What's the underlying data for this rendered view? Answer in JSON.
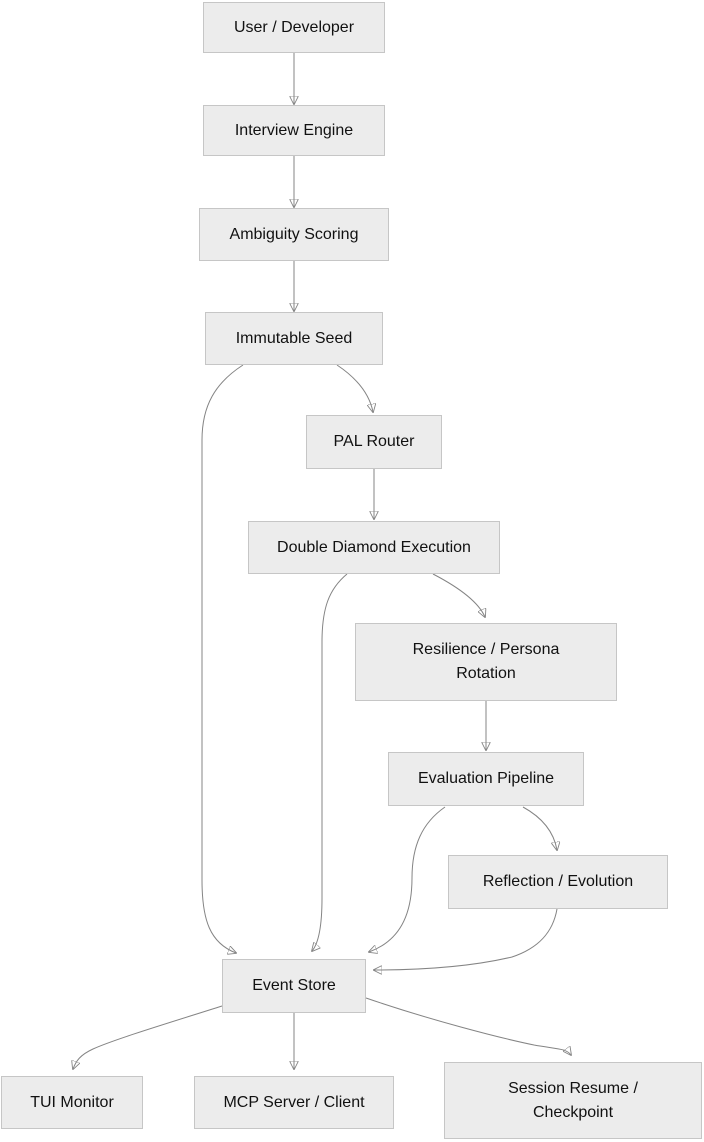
{
  "diagram": {
    "type": "flowchart",
    "direction": "top-to-bottom",
    "background": "#ffffff",
    "node_style": {
      "fill": "#ececec",
      "border": "#c6c6c6",
      "text_color": "#111111"
    },
    "edge_style": {
      "line": "#848484",
      "arrowhead": "#555555"
    },
    "nodes": [
      {
        "id": "user-developer",
        "label": "User / Developer"
      },
      {
        "id": "interview-engine",
        "label": "Interview Engine"
      },
      {
        "id": "ambiguity-scoring",
        "label": "Ambiguity Scoring"
      },
      {
        "id": "immutable-seed",
        "label": "Immutable Seed"
      },
      {
        "id": "pal-router",
        "label": "PAL Router"
      },
      {
        "id": "double-diamond-execution",
        "label": "Double Diamond Execution"
      },
      {
        "id": "resilience-persona-rotation",
        "label": "Resilience / Persona Rotation"
      },
      {
        "id": "evaluation-pipeline",
        "label": "Evaluation Pipeline"
      },
      {
        "id": "reflection-evolution",
        "label": "Reflection / Evolution"
      },
      {
        "id": "event-store",
        "label": "Event Store"
      },
      {
        "id": "tui-monitor",
        "label": "TUI Monitor"
      },
      {
        "id": "mcp-server-client",
        "label": "MCP Server / Client"
      },
      {
        "id": "session-resume-checkpoint",
        "label": "Session Resume / Checkpoint"
      }
    ],
    "edges": [
      {
        "from": "user-developer",
        "to": "interview-engine"
      },
      {
        "from": "interview-engine",
        "to": "ambiguity-scoring"
      },
      {
        "from": "ambiguity-scoring",
        "to": "immutable-seed"
      },
      {
        "from": "immutable-seed",
        "to": "pal-router"
      },
      {
        "from": "immutable-seed",
        "to": "event-store"
      },
      {
        "from": "pal-router",
        "to": "double-diamond-execution"
      },
      {
        "from": "double-diamond-execution",
        "to": "resilience-persona-rotation"
      },
      {
        "from": "double-diamond-execution",
        "to": "event-store"
      },
      {
        "from": "resilience-persona-rotation",
        "to": "evaluation-pipeline"
      },
      {
        "from": "evaluation-pipeline",
        "to": "reflection-evolution"
      },
      {
        "from": "evaluation-pipeline",
        "to": "event-store"
      },
      {
        "from": "reflection-evolution",
        "to": "event-store"
      },
      {
        "from": "event-store",
        "to": "tui-monitor"
      },
      {
        "from": "event-store",
        "to": "mcp-server-client"
      },
      {
        "from": "event-store",
        "to": "session-resume-checkpoint"
      }
    ]
  }
}
